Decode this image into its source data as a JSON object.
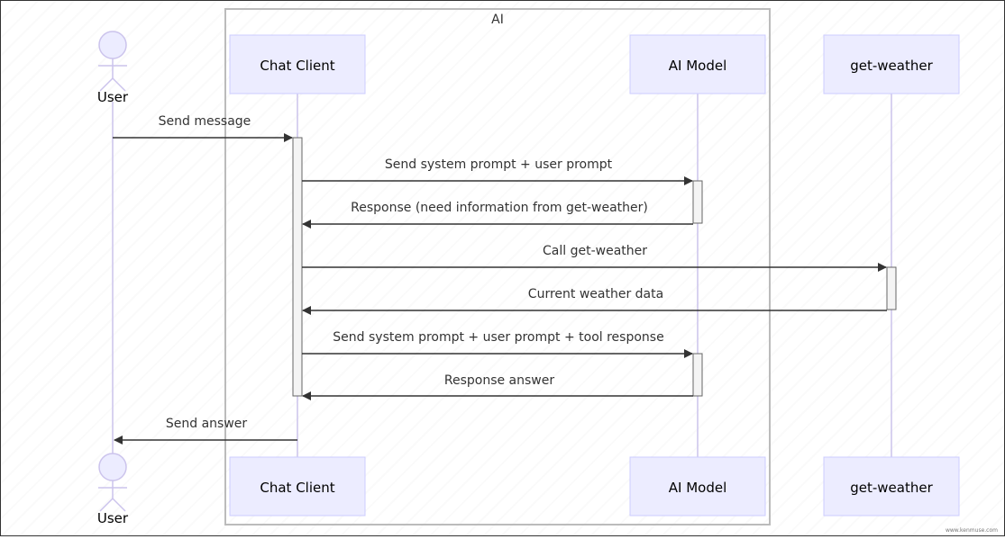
{
  "group": {
    "label": "AI"
  },
  "actor": {
    "label": "User"
  },
  "participants": [
    {
      "key": "chat_client",
      "label": "Chat Client"
    },
    {
      "key": "ai_model",
      "label": "AI Model"
    },
    {
      "key": "get_weather",
      "label": "get-weather"
    }
  ],
  "messages": [
    {
      "label": "Send message",
      "from": "User",
      "to": "Chat Client"
    },
    {
      "label": "Send system prompt + user prompt",
      "from": "Chat Client",
      "to": "AI Model"
    },
    {
      "label": "Response (need information from get-weather)",
      "from": "AI Model",
      "to": "Chat Client"
    },
    {
      "label": "Call get-weather",
      "from": "Chat Client",
      "to": "get-weather"
    },
    {
      "label": "Current weather data",
      "from": "get-weather",
      "to": "Chat Client"
    },
    {
      "label": "Send system prompt + user prompt + tool response",
      "from": "Chat Client",
      "to": "AI Model"
    },
    {
      "label": "Response answer",
      "from": "AI Model",
      "to": "Chat Client"
    },
    {
      "label": "Send answer",
      "from": "Chat Client",
      "to": "User"
    }
  ],
  "watermark": "www.kenmuse.com",
  "colors": {
    "participant_fill": "#ececff",
    "participant_border": "#ccccff",
    "lifeline": "#cbc3ec",
    "arrow": "#333333",
    "activation_fill": "#f4f4f4",
    "group_border": "#bbbbbb"
  }
}
